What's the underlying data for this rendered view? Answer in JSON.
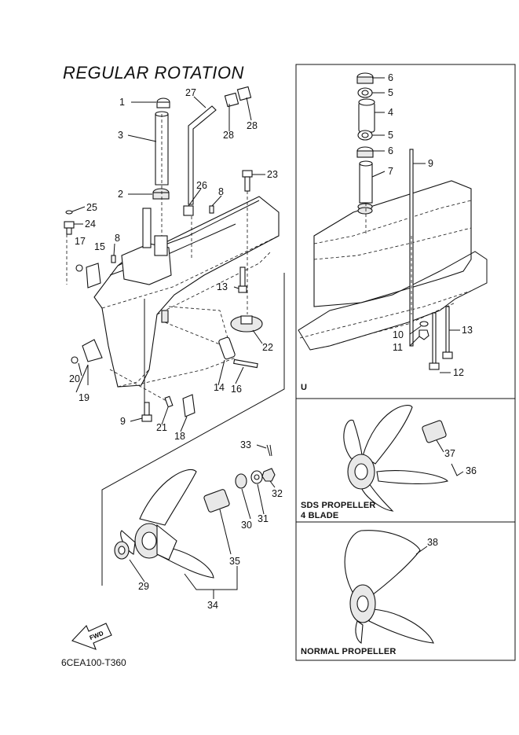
{
  "title": "REGULAR ROTATION",
  "diagram_code": "6CEA100-T360",
  "fwd_label": "FWD",
  "panels": {
    "u_panel_label": "U",
    "sds_label_line1": "SDS PROPELLER",
    "sds_label_line2": "4 BLADE",
    "normal_label": "NORMAL PROPELLER"
  },
  "callouts": [
    {
      "id": "c1",
      "text": "1"
    },
    {
      "id": "c2",
      "text": "2"
    },
    {
      "id": "c3",
      "text": "3"
    },
    {
      "id": "c8a",
      "text": "8"
    },
    {
      "id": "c8b",
      "text": "8"
    },
    {
      "id": "c9a",
      "text": "9"
    },
    {
      "id": "c13a",
      "text": "13"
    },
    {
      "id": "c14",
      "text": "14"
    },
    {
      "id": "c15",
      "text": "15"
    },
    {
      "id": "c16",
      "text": "16"
    },
    {
      "id": "c17",
      "text": "17"
    },
    {
      "id": "c18",
      "text": "18"
    },
    {
      "id": "c19",
      "text": "19"
    },
    {
      "id": "c20",
      "text": "20"
    },
    {
      "id": "c21",
      "text": "21"
    },
    {
      "id": "c22",
      "text": "22"
    },
    {
      "id": "c23",
      "text": "23"
    },
    {
      "id": "c24",
      "text": "24"
    },
    {
      "id": "c25",
      "text": "25"
    },
    {
      "id": "c26",
      "text": "26"
    },
    {
      "id": "c27",
      "text": "27"
    },
    {
      "id": "c28a",
      "text": "28"
    },
    {
      "id": "c28b",
      "text": "28"
    },
    {
      "id": "c29",
      "text": "29"
    },
    {
      "id": "c30",
      "text": "30"
    },
    {
      "id": "c31",
      "text": "31"
    },
    {
      "id": "c32",
      "text": "32"
    },
    {
      "id": "c33",
      "text": "33"
    },
    {
      "id": "c34",
      "text": "34"
    },
    {
      "id": "c35",
      "text": "35"
    },
    {
      "id": "c6a",
      "text": "6"
    },
    {
      "id": "c5a",
      "text": "5"
    },
    {
      "id": "c4",
      "text": "4"
    },
    {
      "id": "c5b",
      "text": "5"
    },
    {
      "id": "c6b",
      "text": "6"
    },
    {
      "id": "c7",
      "text": "7"
    },
    {
      "id": "c9b",
      "text": "9"
    },
    {
      "id": "c10",
      "text": "10"
    },
    {
      "id": "c11",
      "text": "11"
    },
    {
      "id": "c12",
      "text": "12"
    },
    {
      "id": "c13b",
      "text": "13"
    },
    {
      "id": "c36",
      "text": "36"
    },
    {
      "id": "c37",
      "text": "37"
    },
    {
      "id": "c38",
      "text": "38"
    }
  ]
}
